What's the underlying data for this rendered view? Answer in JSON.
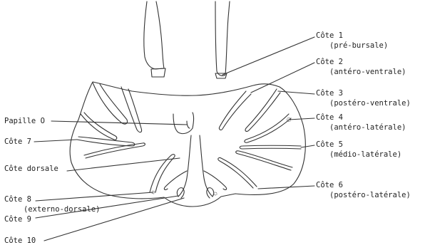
{
  "labels": {
    "cote1": "Côte 1",
    "cote1_sub": "(pré-bursale)",
    "cote2": "Côte 2",
    "cote2_sub": "(antéro-ventrale)",
    "cote3": "Côte 3",
    "cote3_sub": "(postéro-ventrale)",
    "cote4": "Côte 4",
    "cote4_sub": "(antéro-latérale)",
    "cote5": "Côte 5",
    "cote5_sub": "(médio-latérale)",
    "cote6": "Côte 6",
    "cote6_sub": "(postéro-latérale)",
    "papille": "Papille O",
    "cote7": "Côte 7",
    "cote_dorsale": "Côte dorsale",
    "cote8": "Côte 8",
    "cote8_sub": "(externo-dorsale)",
    "cote9": "Côte 9",
    "cote10": "Côte 10"
  }
}
